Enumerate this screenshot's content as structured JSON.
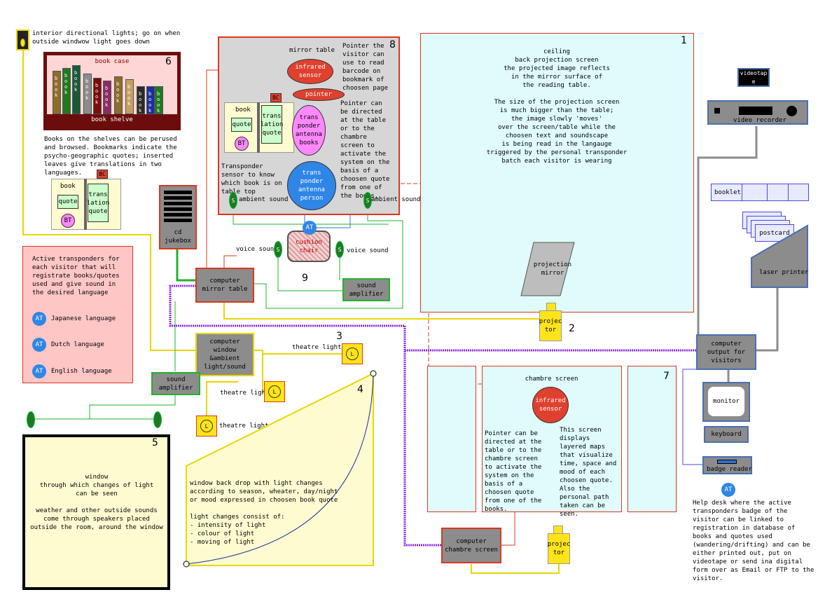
{
  "colors": {
    "red": "#d9381e",
    "yellow": "#e8d600",
    "green": "#1fb32a",
    "purple": "#8a2be2",
    "gray_line": "#8c8c8c",
    "blue_line": "#2f6fd0",
    "cyan_fill": "#dffbfb",
    "pink_fill": "#ffc6c6",
    "light_yellow": "#fffbd0"
  },
  "top_note": "interior directional lights; go on when outside windwow light goes down",
  "bookcase": {
    "number": "6",
    "title": "book case",
    "shelf_label": "book shelve",
    "spines": [
      "b\no\no\nk",
      "b\no\no\nk",
      "b\no\no\nk",
      "b\no\no\nk",
      "b\no\no\nk",
      "b\no\no\nk",
      "b\no\no\nk",
      "b\no\no\nk",
      "b\no\no\nk",
      "b\no\no\nk",
      "b\no\no\nk"
    ]
  },
  "bookcase_desc": "Books on the shelves can be perused and browsed. Bookmarks indicate the psycho-geographic quotes; inserted leaves give translations in two languages.",
  "book_small": {
    "book": "book",
    "quote": "quote",
    "bt": "BT",
    "trans": "trans\nlation\nquote",
    "bc": "BC"
  },
  "mirror_area": {
    "number": "8",
    "title": "mirror table",
    "infrared": "infrared\nsensor",
    "pointer": "pointer",
    "bc": "BC",
    "book": "book",
    "quote": "quote",
    "trans": "trans\nlation\nquote",
    "bt": "BT",
    "tp_books": "trans\nponder\nantenna\nbooks",
    "tp_person": "trans\nponder\nantenna\nperson",
    "pointer_desc1": "Pointer the visitor can use to read barcode on bookmark of choosen page",
    "pointer_desc2": "Pointer can be directed at the table or to the chambre screen to activate the system on the basis of a choosen quote from one of the books.",
    "sensor_desc": "Transponder sensor to know which book is on table top",
    "ambient1": "ambient sound",
    "ambient2": "ambient sound",
    "s": "S"
  },
  "cd_jukebox": "cd\njukebox",
  "cushion": {
    "label": "cushion\nchair",
    "number": "9",
    "at": "AT",
    "voice_left": "voice sound",
    "voice_right": "voice sound"
  },
  "computer_mirror": "computer\nmirror table",
  "sound_amp_mid": "sound\namplifier",
  "computer_window": "computer\nwindow\n&ambient\nlight/sound",
  "sound_amp_left": "sound\namplifier",
  "theatre": {
    "number": "3",
    "label1": "theatre lights",
    "label2": "theatre lights",
    "label3": "theatre lights",
    "l": "L"
  },
  "transponders": {
    "desc": "Active transponders for each visitor that will registrate books/quotes used and give sound in the desired language",
    "at": "AT",
    "items": [
      "Japanese language",
      "Dutch language",
      "English language"
    ]
  },
  "window_box": {
    "number": "5",
    "text": "window\nthrough which changes of light\ncan be seen\n\nweather and other outside sounds\ncome through speakers placed\noutside the room, around the window"
  },
  "backdrop": {
    "number": "4",
    "text": "window back drop with light changes according to season, wheater, day/night or mood expressed in choosen book quote\n\nlight changes consist of:\n- intensity of light\n- colour of light\n- moving of light"
  },
  "ceiling": {
    "number": "1",
    "text": "ceiling\nback projection screen\nthe projected image reflects\nin the mirror surface of\nthe reading table.\n\nThe size of the projection screen\nis much bigger than the table;\nthe image slowly 'moves'\nover the screen/table while the\nchoosen text and soundscape\nis being read in the langauge\ntriggered by the personal transponder\nbatch each visitor is wearing",
    "mirror": "projection\nmirror"
  },
  "projector1": {
    "label": "projec\ntor",
    "number": "2"
  },
  "chambre": {
    "number": "7",
    "title": "chambre screen",
    "infrared": "infrared\nsensor",
    "left_text": "Pointer can be directed at the table or to the chambre screen to activate the system on the basis of a choosen quote from one of the books.",
    "right_text": "This screen displays layered maps that visualize time, space and mood of each choosen quote. Also the personal path taken can be seen."
  },
  "computer_chambre": "computer\nchambre screen",
  "projector2": "projec\ntor",
  "right": {
    "videotape": "videotap\ne",
    "video_recorder": "video recorder",
    "booklet": "booklet",
    "postcard": "postcard",
    "laser_printer": "laser printer",
    "computer_output": "computer\noutput for\nvisitors",
    "monitor": "monitor",
    "keyboard": "keyboard",
    "badge_reader": "badge reader",
    "at": "AT",
    "help_desc": "Help desk where the active transponders badge of the visitor can be linked to registration in database of books and quotes used (wandering/drifting) and can be either printed out, put on videotape or send ina digital form over as Email or FTP to the visitor."
  }
}
